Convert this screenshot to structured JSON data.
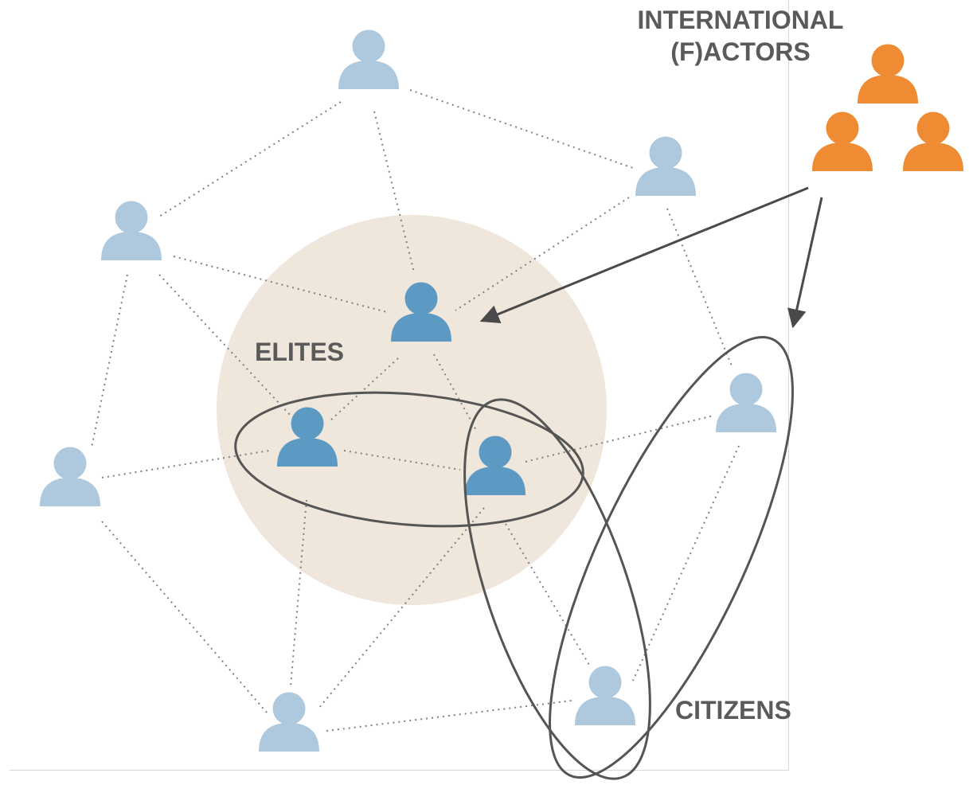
{
  "labels": {
    "international_line1": "INTERNATIONAL",
    "international_line2": "(F)ACTORS",
    "elites": "ELITES",
    "citizens": "CITIZENS"
  },
  "colors": {
    "citizen": "#aec8de",
    "elite": "#5d9ac3",
    "international": "#ef8c33",
    "elite_zone": "#efe6dc",
    "edge": "#808080",
    "outline": "#555555",
    "arrow": "#4a4a4a"
  },
  "icons": {
    "person": "person-icon"
  }
}
